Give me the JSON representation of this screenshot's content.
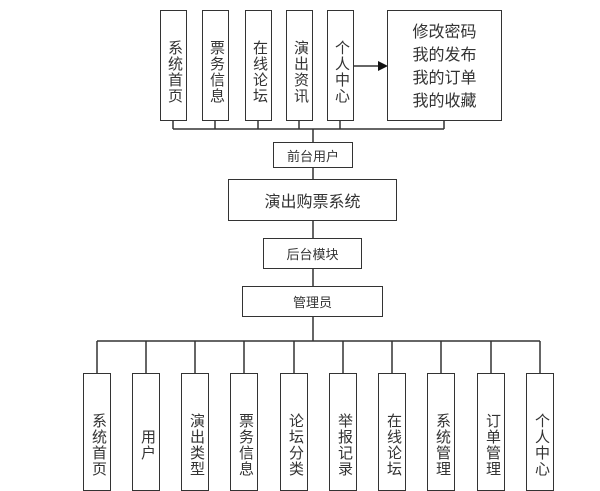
{
  "front": {
    "modules": [
      "系统首页",
      "票务信息",
      "在线论坛",
      "演出资讯",
      "个人中心"
    ],
    "personal_center_items": [
      "修改密码",
      "我的发布",
      "我的订单",
      "我的收藏"
    ],
    "role": "前台用户"
  },
  "system": "演出购票系统",
  "backend": {
    "label": "后台模块",
    "role": "管理员",
    "modules": [
      "系统首页",
      "用户",
      "演出类型",
      "票务信息",
      "论坛分类",
      "举报记录",
      "在线论坛",
      "系统管理",
      "订单管理",
      "个人中心"
    ]
  }
}
